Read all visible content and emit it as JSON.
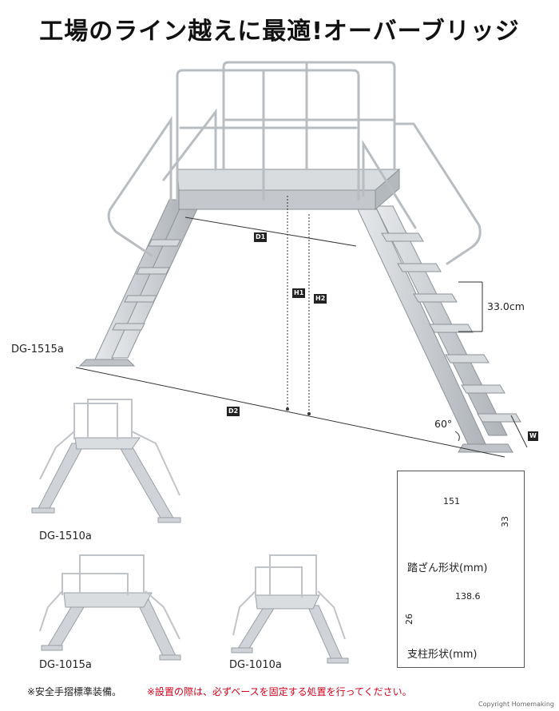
{
  "title": "工場のライン越えに最適!オーバーブリッジ",
  "main_model": "DG-1515a",
  "dimension_tags": {
    "d1": "D1",
    "d2": "D2",
    "h1": "H1",
    "h2": "H2",
    "w": "W"
  },
  "step_height": "33.0cm",
  "angle": "60°",
  "variants": [
    "DG-1510a",
    "DG-1015a",
    "DG-1010a"
  ],
  "tread_spec": {
    "width": "151",
    "height": "33",
    "caption": "踏ざん形状(mm)"
  },
  "post_spec": {
    "width": "138.6",
    "height": "26",
    "caption": "支柱形状(mm)"
  },
  "notes": {
    "standard": "※安全手摺標準装備。",
    "warning": "※設置の際は、必ずベースを固定する処置を行ってください。"
  },
  "copyright": "Copyright  Homemaking",
  "colors": {
    "warning_red": "#d0021b",
    "aluminum": "#cfd3d6",
    "aluminum_dark": "#9aa0a5"
  }
}
